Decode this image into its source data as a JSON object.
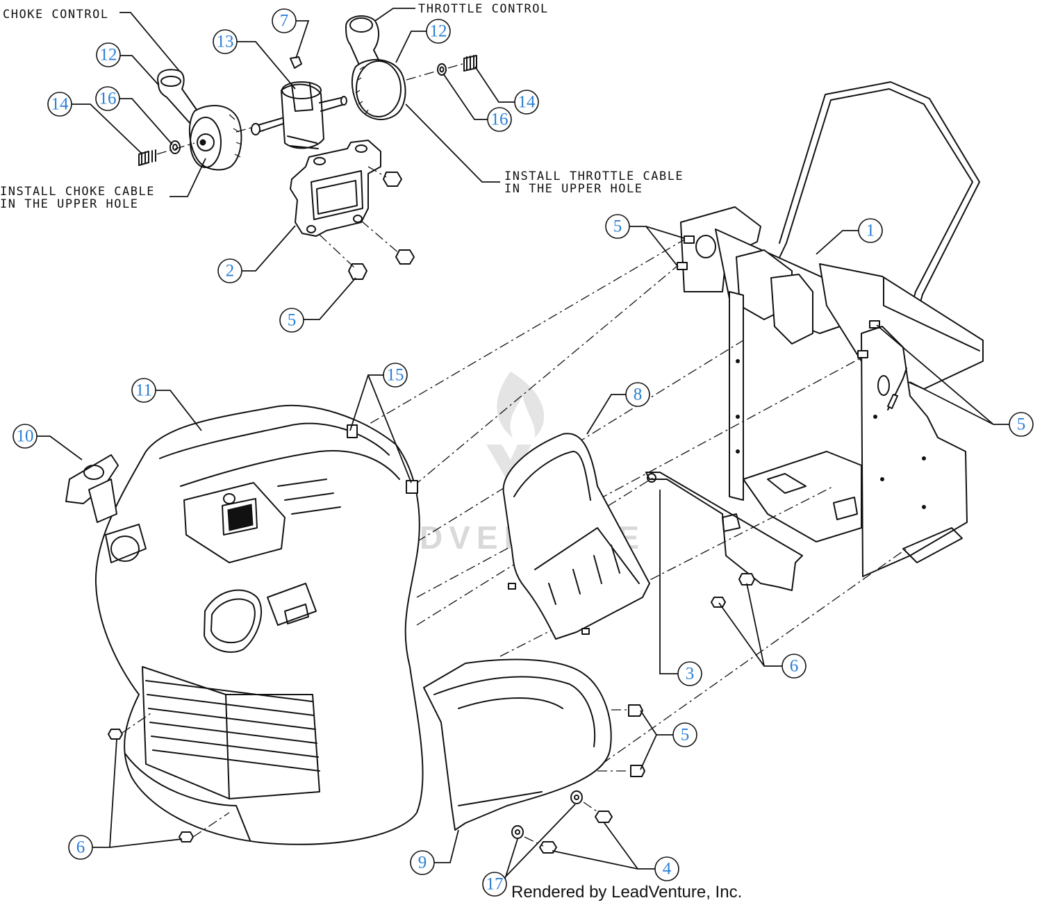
{
  "notes": {
    "choke_control": "CHOKE CONTROL",
    "throttle_control": "THROTTLE CONTROL",
    "choke_cable_1": "INSTALL CHOKE CABLE",
    "choke_cable_2": "IN THE UPPER HOLE",
    "throttle_cable_1": "INSTALL THROTTLE CABLE",
    "throttle_cable_2": "IN THE UPPER HOLE"
  },
  "watermark": "LEADVENTURE",
  "footer": "Rendered by LeadVenture, Inc.",
  "colors": {
    "callout_text": "#2a7fd4",
    "line": "#111111"
  },
  "callouts": [
    {
      "id": "c12a",
      "label": "12"
    },
    {
      "id": "c14a",
      "label": "14"
    },
    {
      "id": "c16a",
      "label": "16"
    },
    {
      "id": "c13",
      "label": "13"
    },
    {
      "id": "c7",
      "label": "7"
    },
    {
      "id": "c12b",
      "label": "12"
    },
    {
      "id": "c14b",
      "label": "14"
    },
    {
      "id": "c16b",
      "label": "16"
    },
    {
      "id": "c2",
      "label": "2"
    },
    {
      "id": "c5a",
      "label": "5"
    },
    {
      "id": "c5b",
      "label": "5"
    },
    {
      "id": "c1",
      "label": "1"
    },
    {
      "id": "c5c",
      "label": "5"
    },
    {
      "id": "c15",
      "label": "15"
    },
    {
      "id": "c11",
      "label": "11"
    },
    {
      "id": "c10",
      "label": "10"
    },
    {
      "id": "c8",
      "label": "8"
    },
    {
      "id": "c3",
      "label": "3"
    },
    {
      "id": "c6a",
      "label": "6"
    },
    {
      "id": "c5d",
      "label": "5"
    },
    {
      "id": "c6b",
      "label": "6"
    },
    {
      "id": "c9",
      "label": "9"
    },
    {
      "id": "c17",
      "label": "17"
    },
    {
      "id": "c4",
      "label": "4"
    }
  ]
}
